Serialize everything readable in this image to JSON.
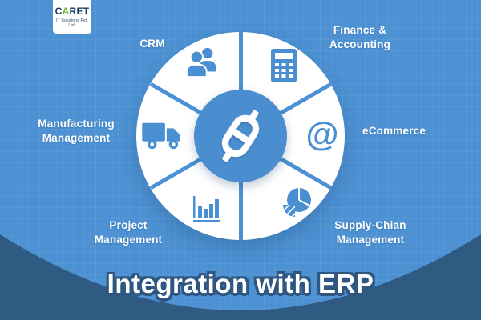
{
  "logo": {
    "brand_c": "C",
    "brand_a": "A",
    "brand_rest": "RET",
    "tagline": "IT Solutions Pvt. Ltd."
  },
  "title": "Integration with ERP",
  "hub": {
    "icon": "chain-link-icon"
  },
  "segments": [
    {
      "label": "CRM",
      "icon": "users-icon"
    },
    {
      "label": "Finance & Accounting",
      "icon": "calculator-icon"
    },
    {
      "label": "eCommerce",
      "icon": "at-symbol-icon",
      "glyph": "@"
    },
    {
      "label": "Supply-Chian Management",
      "icon": "pie-chart-icon"
    },
    {
      "label": "Project Management",
      "icon": "bar-chart-icon"
    },
    {
      "label": "Manufacturing Management",
      "icon": "truck-icon"
    }
  ],
  "colors": {
    "background": "#4b91d3",
    "wheel": "#ffffff",
    "hub": "#4a8ed0",
    "icon_blue": "#4a8fd1",
    "bottom_band": "#2f5a82",
    "label_text": "#ffffff",
    "logo_navy": "#1a3a5f",
    "logo_green": "#72b52e"
  }
}
